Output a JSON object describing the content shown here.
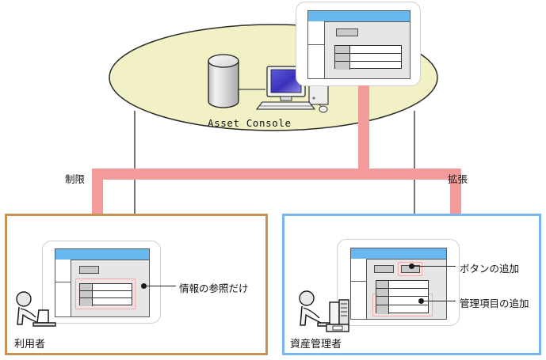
{
  "diagram": {
    "title_label": "Asset Console",
    "server_group": {
      "database_icon": "database-cylinder-icon",
      "console_icon": "desktop-computer-icon",
      "platform_shape": "ellipse-platform"
    },
    "flow_labels": {
      "left": "制限",
      "right": "拡張"
    },
    "arrow_color": "#f39b9b",
    "highlight_color": "#f2a9a9",
    "titlebar_color": "#69b7ef"
  },
  "screens": {
    "console": {
      "name": "asset-console-screen",
      "buttons": 1,
      "table_rows": 3,
      "highlights": []
    },
    "user": {
      "name": "user-screen",
      "buttons": 1,
      "table_rows": 3,
      "highlights": [
        "table"
      ]
    },
    "admin": {
      "name": "admin-screen",
      "buttons": 2,
      "table_rows": 4,
      "highlights": [
        "second-button",
        "bottom-two-rows"
      ]
    }
  },
  "boxes": {
    "user": {
      "role_label": "利用者",
      "border_color": "#c89257",
      "person_icon": "person-with-laptop-icon",
      "annotations": [
        {
          "text": "情報の参照だけ"
        }
      ]
    },
    "admin": {
      "role_label": "資産管理者",
      "border_color": "#79b6ef",
      "person_icon": "person-with-desktop-pc-icon",
      "annotations": [
        {
          "text": "ボタンの追加"
        },
        {
          "text": "管理項目の追加"
        }
      ]
    }
  }
}
